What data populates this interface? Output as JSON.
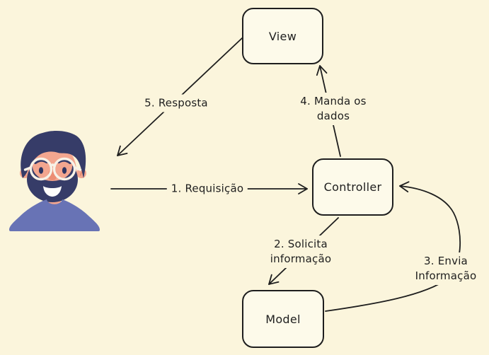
{
  "diagram": {
    "title": "MVC request flow diagram",
    "colors": {
      "background": "#FBF5DC",
      "box_fill": "#FDFAEA",
      "stroke": "#1e1e1e",
      "avatar_skin": "#F3A68F",
      "avatar_hair": "#363C68",
      "avatar_shirt": "#6873B5",
      "avatar_glasses": "#F7F2E7"
    },
    "boxes": {
      "view": {
        "label": "View"
      },
      "controller": {
        "label": "Controller"
      },
      "model": {
        "label": "Model"
      }
    },
    "arrows": [
      {
        "name": "requisicao",
        "from": "user",
        "to": "controller",
        "label": "1. Requisição"
      },
      {
        "name": "solicita",
        "from": "controller",
        "to": "model",
        "lines": [
          "2. Solicita",
          "informação"
        ]
      },
      {
        "name": "envia",
        "from": "model",
        "to": "controller",
        "lines": [
          "3. Envia",
          "Informação"
        ]
      },
      {
        "name": "manda",
        "from": "controller",
        "to": "view",
        "lines": [
          "4. Manda os",
          "dados"
        ]
      },
      {
        "name": "resposta",
        "from": "view",
        "to": "user",
        "label": "5. Resposta"
      }
    ],
    "avatar": {
      "name": "user-avatar",
      "description": "bearded man with round glasses and periwinkle shirt"
    }
  }
}
